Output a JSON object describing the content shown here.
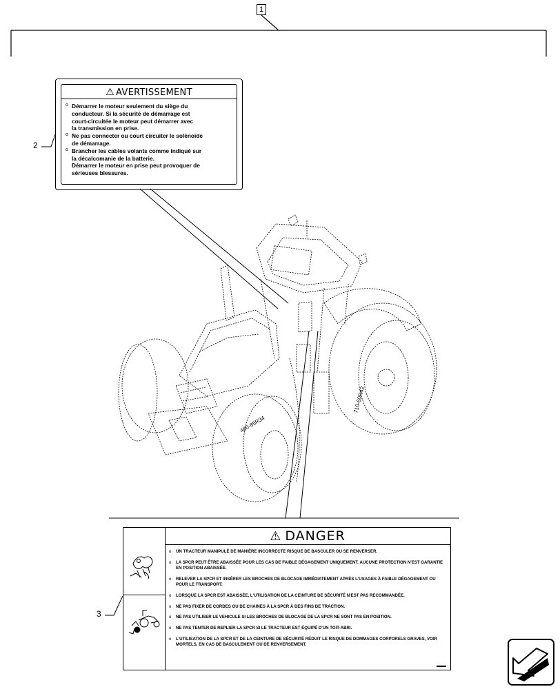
{
  "callouts": {
    "main": "1",
    "warning_decal": "2",
    "danger_decal": "3"
  },
  "warning_decal": {
    "title": "AVERTISSEMENT",
    "lines": [
      "Démarrer  le moteur seulement du siège du",
      "conducteur. Si la sécurité de démarrage est",
      "court-circuitée le moteur peut démarrer avec",
      "la transmission en prise.",
      "Ne pas connecter ou court circuiter le solénoïde",
      "de démarrage.",
      "Brancher les cables volants comme indiqué sur",
      "la décalcomanie de la batterie.",
      "Démarrer le moteur en prise peut provoquer de",
      "sérieuses blessures."
    ]
  },
  "danger_decal": {
    "title": "DANGER",
    "items": [
      "UN TRACTEUR MANIPULÉ DE MANIÈRE INCORRECTE RISQUE DE BASCULER OU SE RENVERSER.",
      "LA SPCR PEUT ÊTRE ABAISSÉE POUR LES CAS DE FAIBLE DÉGAGEMENT UNIQUEMENT. AUCUNE PROTECTION N'EST GARANTIE EN POSITION ABAISSÉE.",
      "RELEVER LA SPCR ET INSÉRER LES BROCHES DE BLOCAGE IMMÉDIATEMENT APRÈS L'USAGES À FAIBLE DÉGAGEMENT OU POUR LE TRANSPORT.",
      "LORSQUE LA SPCR EST ABAISSÉE, L'UTILISATION DE LA CEINTURE DE SÉCURITÉ N'EST PAS RECOMMANDÉE.",
      "NE PAS FIXER DE CORDES OU DE CHAINES À LA SPCR À DES FINS DE TRACTION.",
      "NE PAS UTILISER LE VEHICULE SI LES BROCHES DE BLOCAGE DE LA SPCR NE SONT PAS EN POSITION.",
      "NE PAS TENTER DE REPLIER LA SPCR SI LE TRACTEUR EST ÉQUIPÉ D'UN TOIT-ABRI.",
      "L'UTILISATION DE LA SPCR ET DE LA CEINTURE DE SÉCURITÉ RÉDUIT LE RISQUE DE DOMMAGES CORPORELS GRAVES, VOIR MORTELS, EN CAS DE BASCULEMENT OU DE RENVERSEMENT."
    ]
  },
  "tire_markings": {
    "front_tire": "480-85R34",
    "rear_tire": "710-60R42"
  },
  "icons": [
    "warning-triangle-icon",
    "rollover-pictogram-icon",
    "rops-tractor-pictogram-icon",
    "next-page-arrow-icon"
  ]
}
